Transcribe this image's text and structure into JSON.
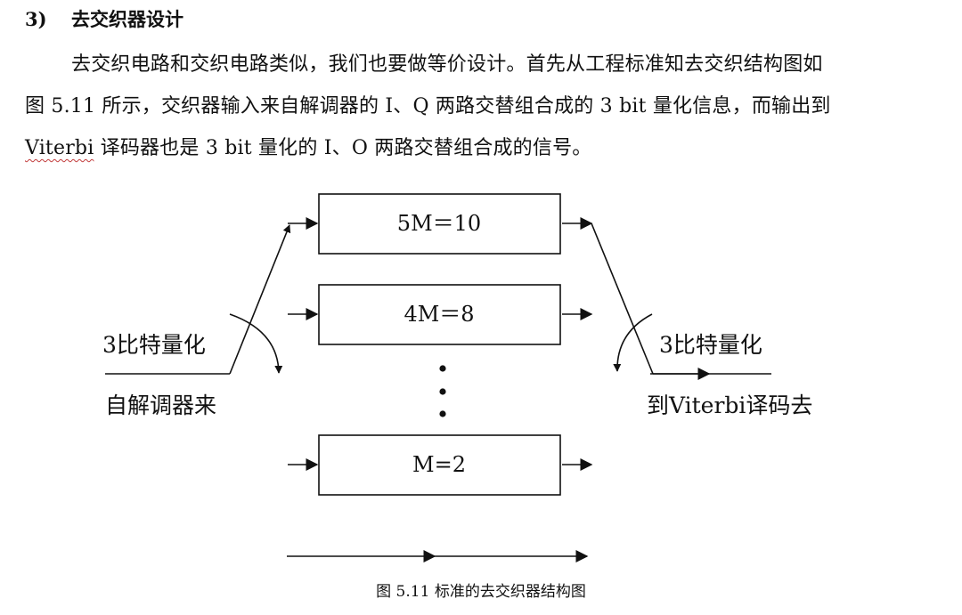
{
  "section": {
    "number": "3)",
    "title": "去交织器设计"
  },
  "paragraph": {
    "line1": "去交织电路和交织电路类似，我们也要做等价设计。首先从工程标准知去交织结构图如",
    "line2": "图 5.11 所示，交织器输入来自解调器的 I、Q 两路交替组合成的 3 bit 量化信息，而输出到",
    "line3_flagged": "Viterbi",
    "line3_rest": " 译码器也是 3 bit 量化的 I、O 两路交替组合成的信号。"
  },
  "diagram": {
    "branches": [
      {
        "label": "5M＝10"
      },
      {
        "label": "4M＝8"
      },
      {
        "label": "M=2"
      }
    ],
    "input": {
      "top": "3比特量化",
      "bottom": "自解调器来"
    },
    "output": {
      "top": "3比特量化",
      "bottom": "到Viterbi译码去"
    }
  },
  "caption": "图 5.11  标准的去交织器结构图"
}
